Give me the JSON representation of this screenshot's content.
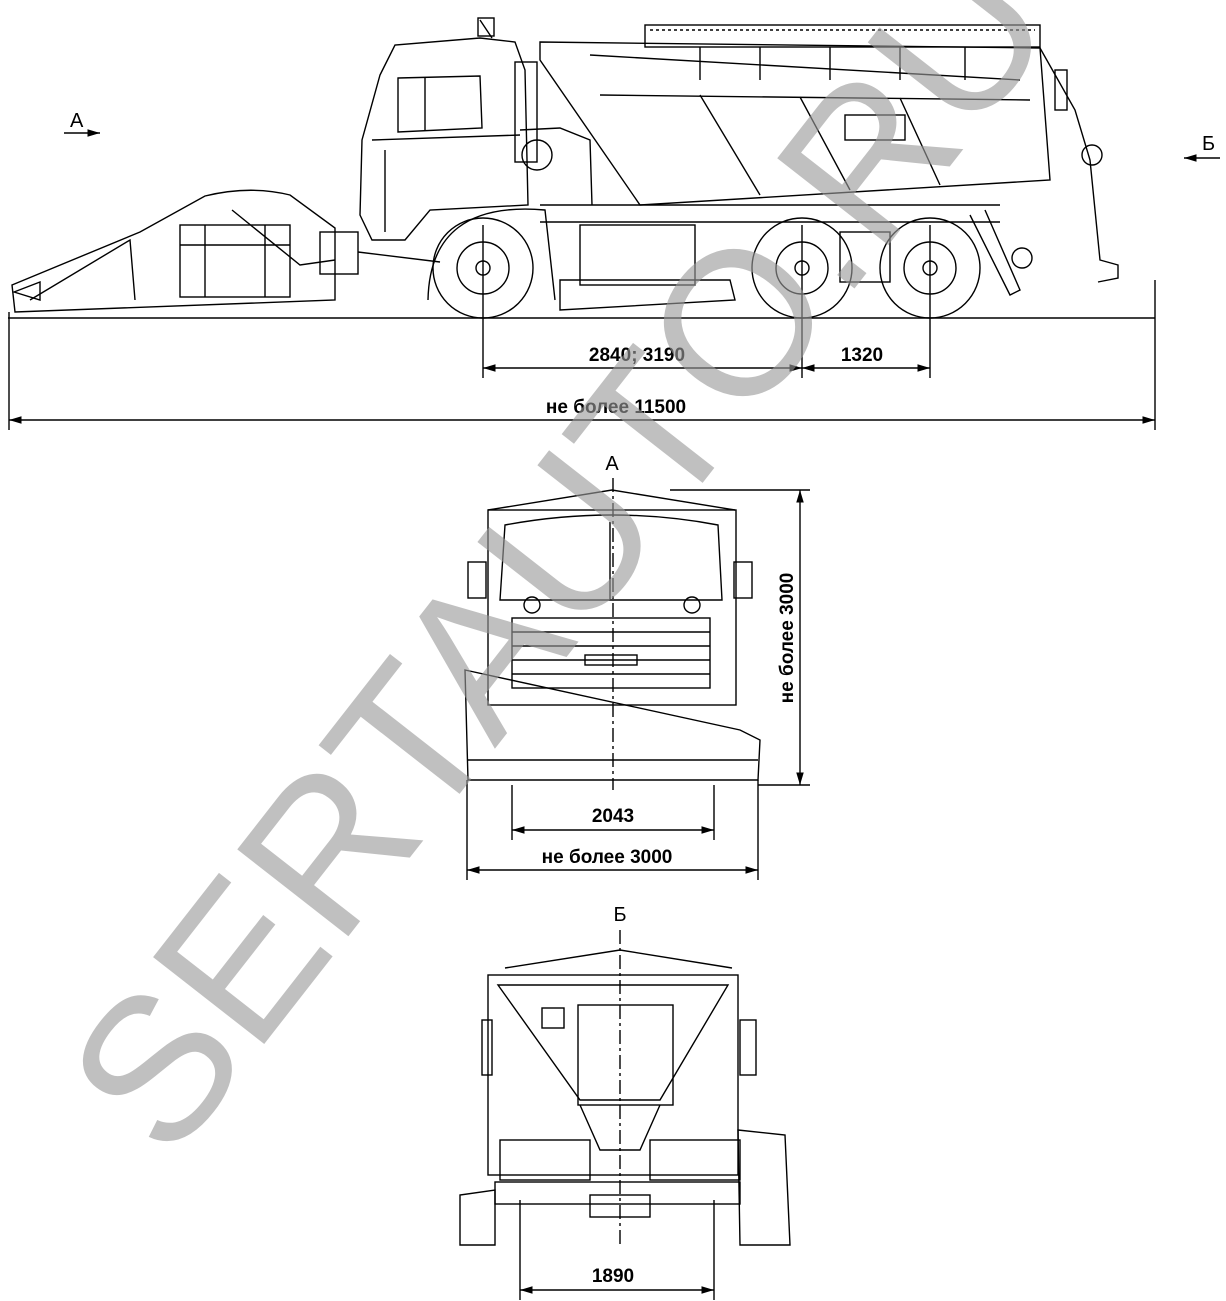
{
  "view_markers": {
    "a": "А",
    "b": "Б"
  },
  "side_view": {
    "wheelbase_front": "2840; 3190",
    "wheelbase_rear": "1320",
    "overall_length": "не более 11500"
  },
  "front_view": {
    "title": "А",
    "height": "не более 3000",
    "track": "2043",
    "width": "не более 3000"
  },
  "rear_view": {
    "title": "Б",
    "track": "1890"
  },
  "watermark": "SERTAUTO.RU",
  "colors": {
    "lines": "#000000",
    "watermark": "#9a9a9a",
    "background": "#ffffff"
  }
}
